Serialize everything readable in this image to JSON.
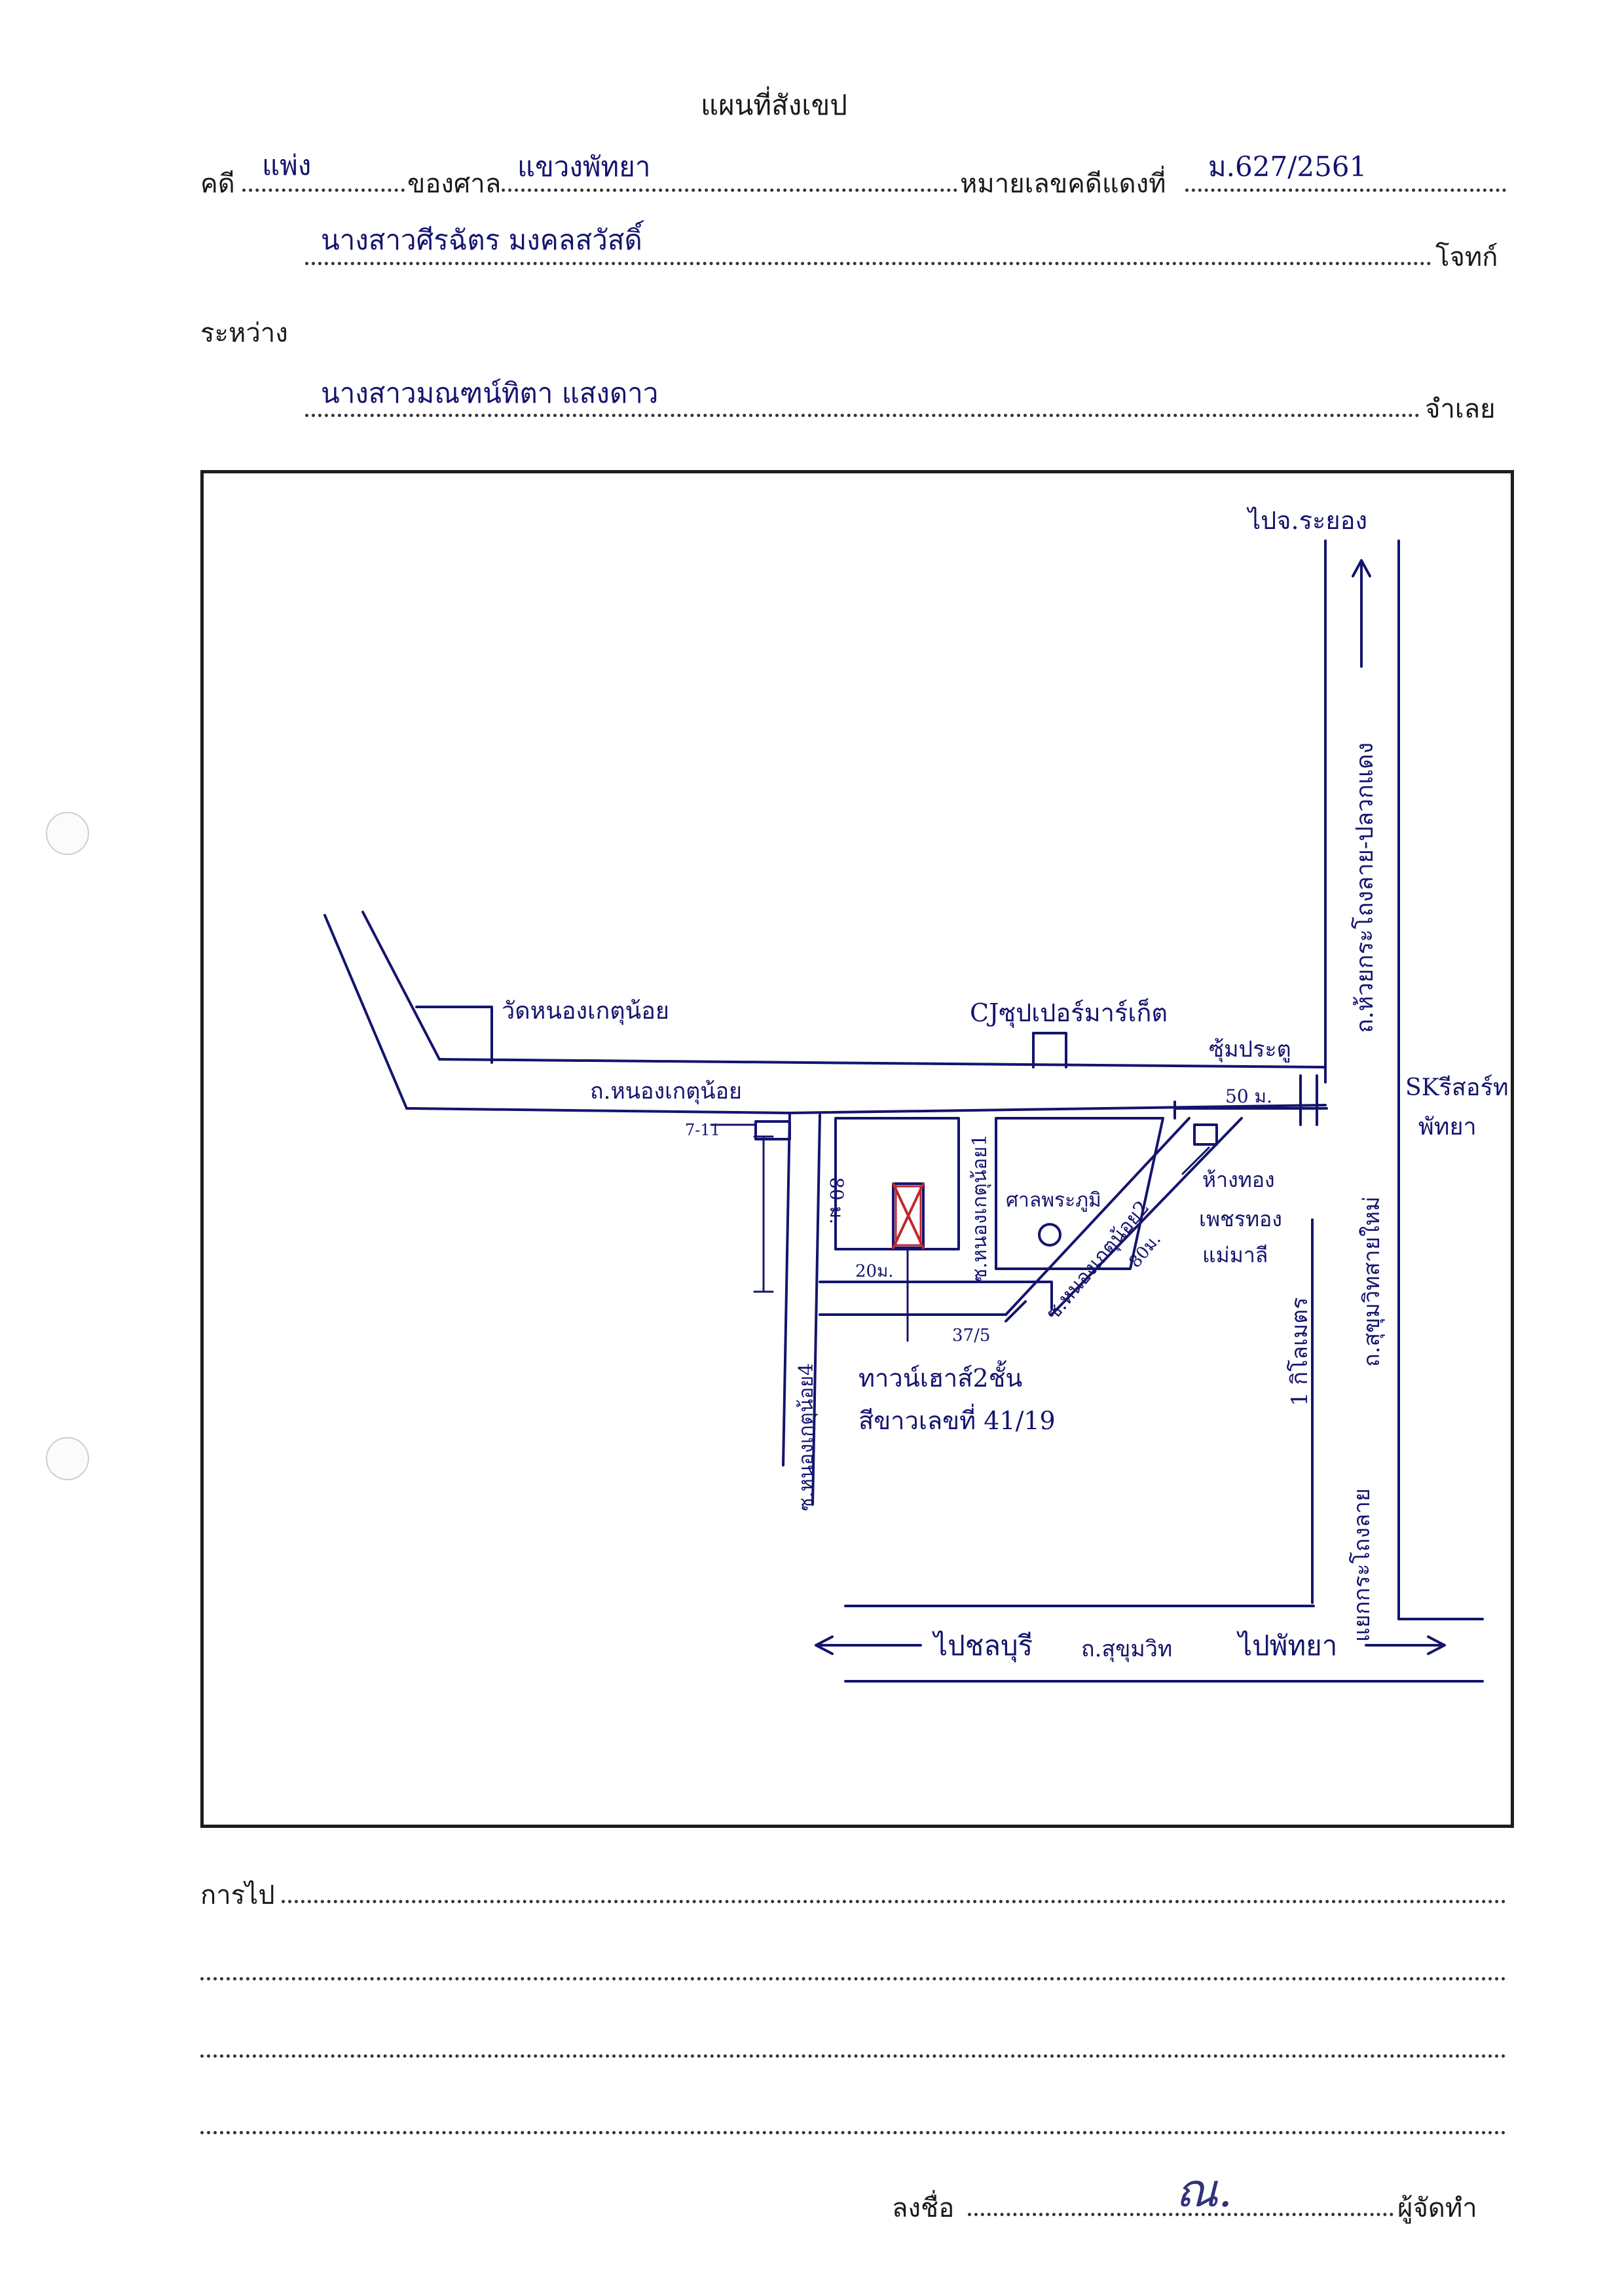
{
  "header": {
    "title": "แผนที่สังเขป",
    "case_label": "คดี",
    "case_type": "แพ่ง",
    "court_label": "ของศาล",
    "court_name": "แขวงพัทยา",
    "red_case_label": "หมายเลขคดีแดงที่",
    "red_case_number": "ม.627/2561",
    "plaintiff_name": "นางสาวศีรฉัตร มงคลสวัสดิ์",
    "plaintiff_label": "โจทก์",
    "between_label": "ระหว่าง",
    "defendant_name": "นางสาวมณฑน์ทิตา แสงดาว",
    "defendant_label": "จำเลย"
  },
  "map": {
    "to_rayong": "ไปจ.ระยอง",
    "road_huai_yai": "ถ.ห้วยกระโถงลาย-ปลวกแดง",
    "wat": "วัดหนองเกตุน้อย",
    "cj_market": "CJซุปเปอร์มาร์เก็ต",
    "gate": "ซุ้มประตู",
    "road_nong_ket_noi": "ถ.หนองเกตุน้อย",
    "seven_eleven": "7-11",
    "soi_1": "ซ.หนองเกตุน้อย1",
    "soi_2": "ซ.หนองเกตุน้อย2",
    "soi_4": "ซ.หนองเกตุน้อย4",
    "shrine": "ศาลพระภูมิ",
    "dist_80_left": "80 ม.",
    "dist_20": "20ม.",
    "dist_80_diag": "80ม.",
    "dist_50": "50 ม.",
    "house_no_375": "37/5",
    "target_house_line1": "ทาวน์เฮาส์2ชั้น",
    "target_house_line2": "สีขาวเลขที่ 41/19",
    "gold_shop_line1": "ห้างทอง",
    "gold_shop_line2": "เพชรทอง",
    "gold_shop_line3": "แม่มาลี",
    "sk_resort_line1": "SKรีสอร์ท",
    "sk_resort_line2": "พัทยา",
    "road_sukhumvit_new": "ถ.สุขุมวิทสายใหม่",
    "one_km": "1 กิโลเมตร",
    "junction": "แยกกระโถงลาย",
    "to_chonburi": "ไปชลบุรี",
    "road_sukhumvit": "ถ.สุขุมวิท",
    "to_pattaya": "ไปพัทยา"
  },
  "footer": {
    "directions_label": "การไป",
    "sign_label": "ลงชื่อ",
    "signature": "ณ.",
    "maker_label": "ผู้จัดทำ"
  }
}
